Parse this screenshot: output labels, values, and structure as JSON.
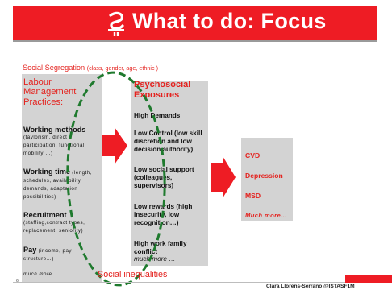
{
  "slide": {
    "title": "What to do: Focus",
    "social_segregation": {
      "label": "Social Segregation",
      "qualifier": "(class, gender, age, ethnic )"
    },
    "labour": {
      "heading": [
        "Labour",
        "Management",
        "Practices:"
      ],
      "items": [
        {
          "head": "Working methods",
          "detail": [
            "(taylorism, direct",
            "participation, functional",
            "mobility …)"
          ]
        },
        {
          "head": "Working time",
          "head_detail": "(length,",
          "detail": [
            "schedules, availability",
            "demands, adaptation",
            "possibilities)"
          ]
        },
        {
          "head": "Recruitment",
          "detail": [
            "(staffing,contract types,",
            "replacement, seniority)"
          ]
        },
        {
          "head": "Pay",
          "head_detail": "(income, pay",
          "detail": [
            "structure…)"
          ]
        }
      ],
      "more": "much more ......"
    },
    "psychosocial": {
      "heading": [
        "Psychosocial",
        "Exposures"
      ],
      "items": [
        [
          "High Demands"
        ],
        [
          "Low Control (low skill",
          "discretion and low",
          "decision authority)"
        ],
        [
          "Low social support",
          "(colleagues,",
          "supervisors)"
        ],
        [
          "Low rewards (high",
          "insecurity, low",
          "recognition…)"
        ],
        [
          "High work family",
          "conflict"
        ]
      ],
      "more": "much more …"
    },
    "outcomes": [
      "CVD",
      "Depression",
      "MSD"
    ],
    "outcomes_more": "Much more...",
    "social_inequalities": "Social inequalities",
    "page_number": "6",
    "footer": "Clara Llorens-Serrano @ISTASF1M",
    "colors": {
      "accent": "#e4231f",
      "band": "#ee1c24",
      "box": "#d3d3d3",
      "ellipse": "#1f7a2e"
    }
  }
}
